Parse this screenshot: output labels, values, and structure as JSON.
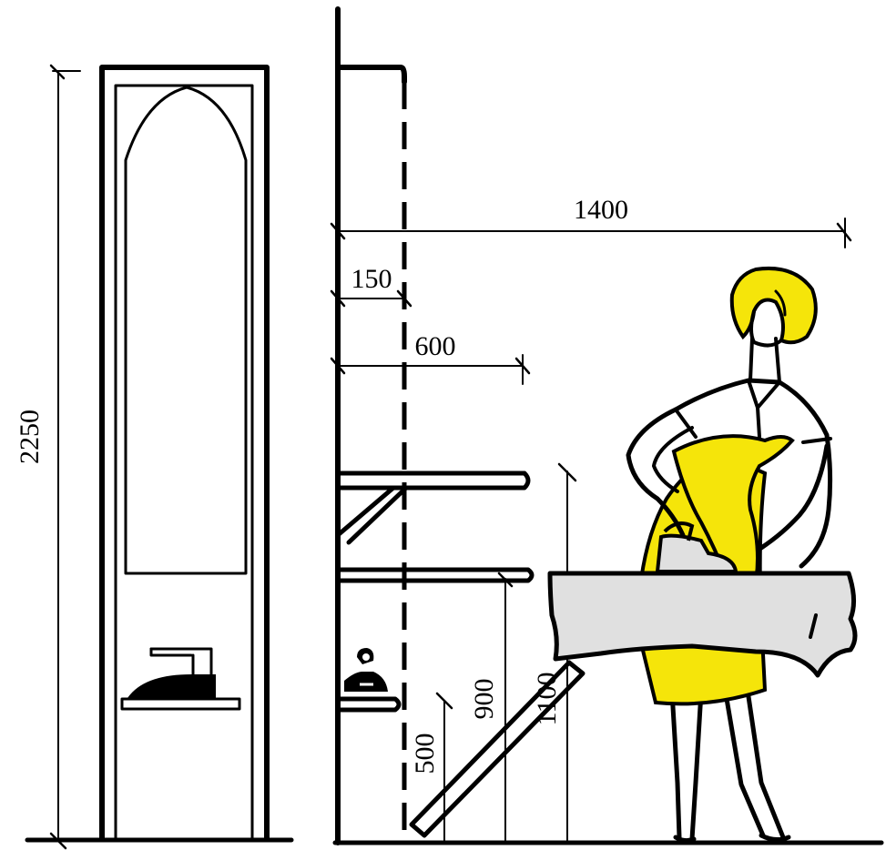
{
  "dimensions": {
    "cabinet_height": "2250",
    "total_depth": "1400",
    "cabinet_recess": "150",
    "shelf_depth": "600",
    "iron_shelf_height": "500",
    "board_height_low": "900",
    "board_height_high": "1100"
  },
  "colors": {
    "line": "#000000",
    "hair": "#f5e50a",
    "dress": "#f5e50a",
    "board_cover": "#e0e0e0",
    "background": "#ffffff"
  },
  "icons": {
    "iron": "iron-icon",
    "person": "person-ironing"
  }
}
